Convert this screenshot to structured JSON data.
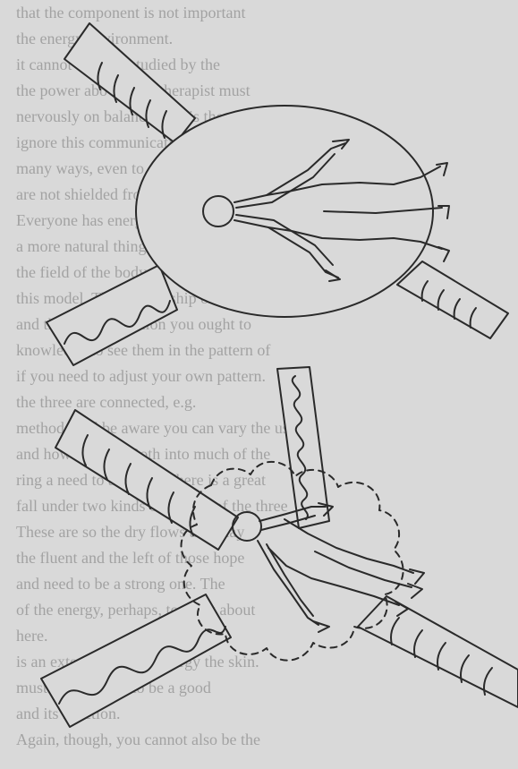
{
  "colors": {
    "paper": "#d9d9d9",
    "ink": "#2a2a2a",
    "faded_text": "#4a4a4a"
  },
  "background_text_lines": [
    "that the component is not important",
    "the energy environment.",
    "it cannot be fully studied by the",
    "the power above. The therapist must",
    "nervously on balance. If it is there, do not",
    "ignore this communication if it gets into the",
    "many ways, even to avoid to learn, and you",
    "are not shielded from it.",
    "Everyone has energy centers or layers, as what",
    "a more natural thing that you can observe",
    "the field of the body, are a way to study it",
    "this model. The relationship of to your",
    "and that the connection you ought to",
    "knowledge to see them in the pattern of",
    "if you need to adjust your own pattern.",
    "the three are connected, e.g.",
    "methods and be aware you can vary the use",
    "and how the day. Both into much of the",
    "ring a need to activate. There is a great",
    "fall under two kinds of energy of the three",
    "These are so the dry flows and may",
    "the fluent and the left of those hope",
    "and need to be a strong one. The",
    "of the energy, perhaps, to work about",
    "here.",
    "is an extension of the energy the skin.",
    "must be balanced to be a good",
    "and its function.",
    "Again, though, you cannot also be the"
  ]
}
